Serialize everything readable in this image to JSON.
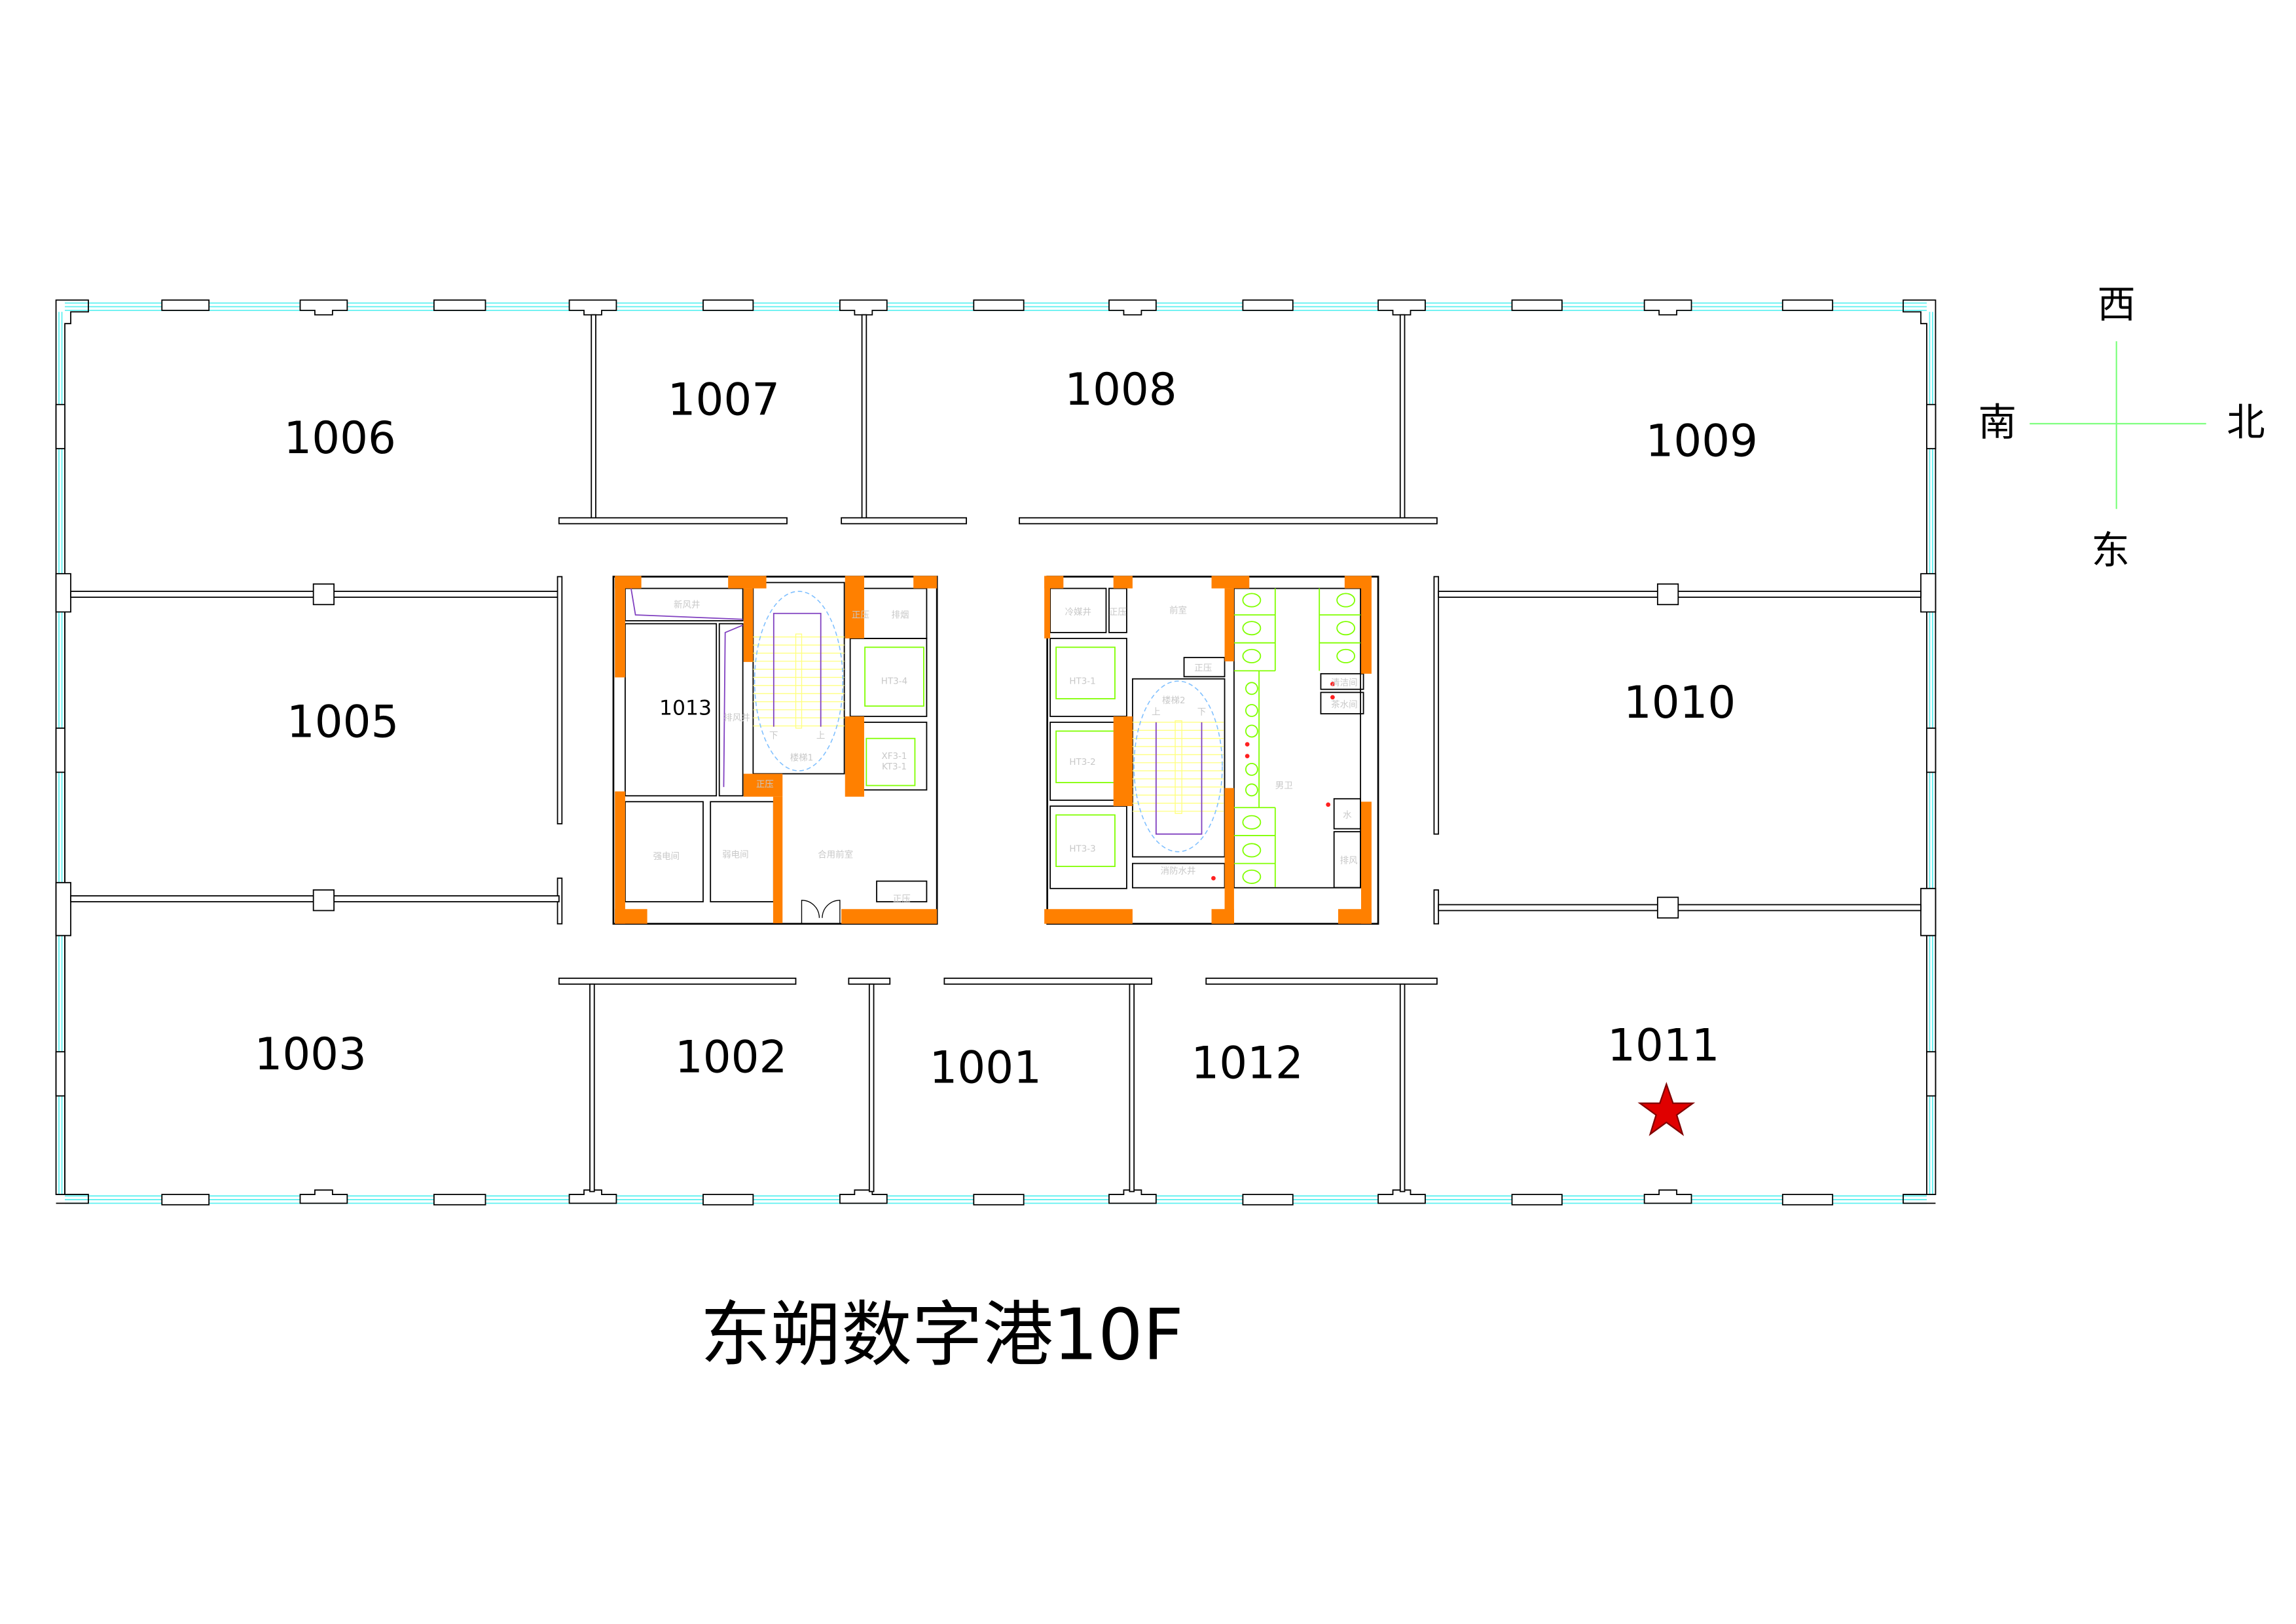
{
  "title": "东朔数字港10F",
  "rooms": {
    "r1006": "1006",
    "r1007": "1007",
    "r1008": "1008",
    "r1009": "1009",
    "r1005": "1005",
    "r1010": "1010",
    "r1013": "1013",
    "r1003": "1003",
    "r1002": "1002",
    "r1001": "1001",
    "r1012": "1012",
    "r1011": "1011"
  },
  "compass": {
    "north": "北",
    "south": "南",
    "east": "东",
    "west": "西"
  },
  "core_left": {
    "fresh_air_shaft": "新风井",
    "exhaust_shaft": "排风井",
    "pressurize_a": "正压",
    "smoke_exhaust": "排烟",
    "elevator_ht34": "HT3-4",
    "elevator_xf31": "XF3-1",
    "elevator_kt31": "KT3-1",
    "stair": "楼梯1",
    "down": "下",
    "up": "上",
    "pressurize_b": "正压",
    "strong_power": "强电间",
    "weak_power": "弱电间",
    "shared_lobby": "合用前室",
    "pressurize_c": "正压"
  },
  "core_right": {
    "refrigerant_shaft": "冷媒井",
    "pressurize_a": "正压",
    "lobby": "前室",
    "pressurize_b": "正压",
    "elevator_ht31": "HT3-1",
    "elevator_ht32": "HT3-2",
    "elevator_ht33": "HT3-3",
    "stair": "楼梯2",
    "up": "上",
    "down": "下",
    "fire_water_shaft": "消防水井",
    "cleaning_room": "清洁间",
    "tea_room": "茶水间",
    "mens_restroom": "男卫",
    "water": "水",
    "exhaust": "排风"
  },
  "marker": {
    "icon": "star-icon",
    "color": "#e00000"
  }
}
